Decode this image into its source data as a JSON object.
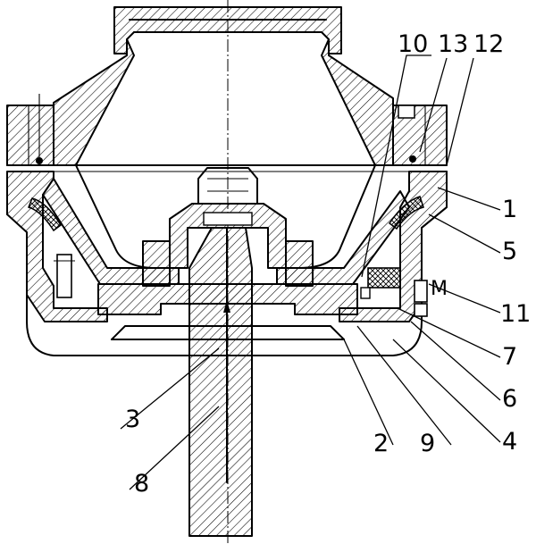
{
  "figure": {
    "callouts": [
      {
        "id": "callout-1",
        "text": "1"
      },
      {
        "id": "callout-2",
        "text": "2"
      },
      {
        "id": "callout-3",
        "text": "3"
      },
      {
        "id": "callout-4",
        "text": "4"
      },
      {
        "id": "callout-5",
        "text": "5"
      },
      {
        "id": "callout-6",
        "text": "6"
      },
      {
        "id": "callout-7",
        "text": "7"
      },
      {
        "id": "callout-8",
        "text": "8"
      },
      {
        "id": "callout-9",
        "text": "9"
      },
      {
        "id": "callout-10",
        "text": "10"
      },
      {
        "id": "callout-11",
        "text": "11"
      },
      {
        "id": "callout-12",
        "text": "12"
      },
      {
        "id": "callout-13",
        "text": "13"
      }
    ],
    "marker_m": "M"
  }
}
